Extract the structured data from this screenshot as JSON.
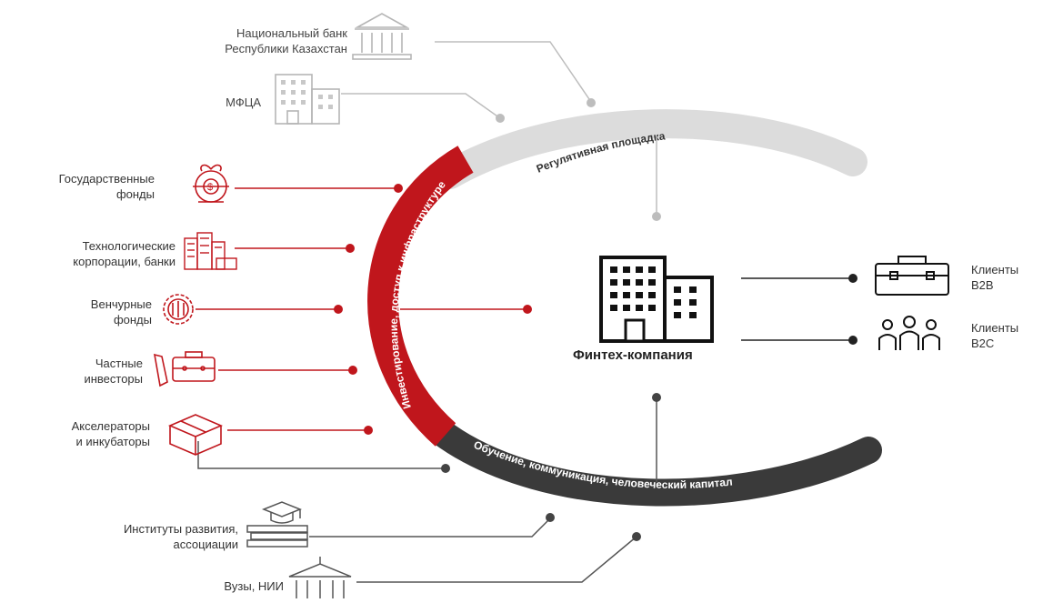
{
  "arcs": {
    "top": "Регулятивная площадка",
    "left": "Инвестирование, доступ к инфраструктуре",
    "bottom": "Обучение, коммуникация, человеческий капитал"
  },
  "center": {
    "title": "Финтех-компания",
    "icon": "office-building-icon"
  },
  "regulators": [
    {
      "label": "Национальный банк\nРеспублики Казахстан",
      "icon": "bank-icon"
    },
    {
      "label": "МФЦА",
      "icon": "building-icon"
    }
  ],
  "investors": [
    {
      "label": "Государственные\nфонды",
      "icon": "money-tree-icon"
    },
    {
      "label": "Технологические\nкорпорации, банки",
      "icon": "city-icon"
    },
    {
      "label": "Венчурные\nфонды",
      "icon": "venture-gear-icon"
    },
    {
      "label": "Частные\nинвесторы",
      "icon": "investor-briefcase-icon"
    },
    {
      "label": "Акселераторы\nи инкубаторы",
      "icon": "box-icon"
    }
  ],
  "education": [
    {
      "label": "Институты развития,\nассоциации",
      "icon": "graduation-books-icon"
    },
    {
      "label": "Вузы, НИИ",
      "icon": "university-icon"
    }
  ],
  "clients": [
    {
      "label": "Клиенты\nB2B",
      "icon": "briefcase-icon"
    },
    {
      "label": "Клиенты\nB2C",
      "icon": "people-icon"
    }
  ],
  "colors": {
    "red": "#c0161c",
    "gray_arc": "#dcdcdc",
    "dark_arc": "#3a3a3a",
    "line_gray": "#bdbdbd",
    "dark": "#222222"
  }
}
